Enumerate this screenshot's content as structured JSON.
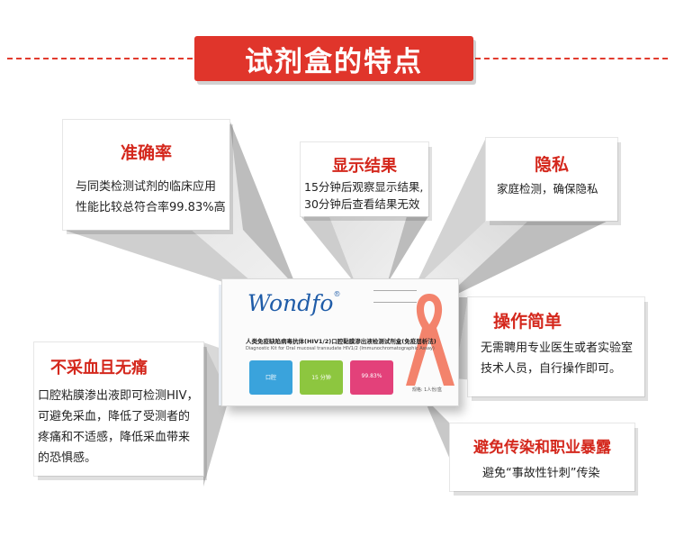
{
  "header": {
    "title": "试剂盒的特点"
  },
  "cards": {
    "accuracy": {
      "title": "准确率",
      "lines": [
        "与同类检测试剂的临床应用",
        "性能比较总符合率99.83%高"
      ]
    },
    "results": {
      "title": "显示结果",
      "lines": [
        "15分钟后观察显示结果,",
        "30分钟后查看结果无效"
      ]
    },
    "privacy": {
      "title": "隐私",
      "lines": [
        "家庭检测，确保隐私"
      ]
    },
    "operation": {
      "title": "操作简单",
      "lines": [
        "无需聘用专业医生或者实验室",
        "技术人员，自行操作即可。"
      ]
    },
    "painless": {
      "title": "不采血且无痛",
      "lines": [
        "口腔粘膜渗出液即可检测HIV，",
        "可避免采血，降低了受测者的",
        "疼痛和不适感，降低采血带来",
        "的恐惧感。"
      ]
    },
    "infection": {
      "title": "避免传染和职业暴露",
      "lines": [
        "避免“事故性针刺”传染"
      ]
    }
  },
  "product": {
    "brand": "Wondfo",
    "registered": "®",
    "title": "人类免疫缺陷病毒抗体(HIV1/2)口腔黏膜渗出液检测试剂盒(免疫层析法)",
    "subtitle": "Diagnostic Kit for Oral mucosal transudate HIV1/2 (Immunochromatographic Assay)",
    "tile1": "口腔",
    "tile2": "15 分钟",
    "tile3": "99.83%",
    "spec": "规格: 1人份/盒"
  },
  "colors": {
    "accent": "#e0352b",
    "title_red": "#d4281d",
    "brand_blue": "#1f5ca8",
    "tile_blue": "#3aa3dc",
    "tile_green": "#8dc63f",
    "tile_pink": "#e3417a"
  }
}
